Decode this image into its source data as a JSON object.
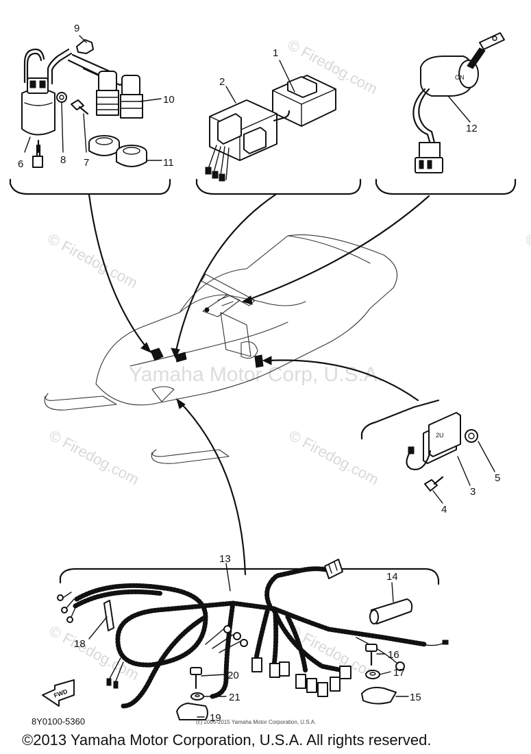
{
  "watermarks": {
    "site": "© Firedog.com",
    "brand": "Yamaha Motor Corp, U.S.A."
  },
  "callouts": {
    "c1": "1",
    "c2": "2",
    "c3": "3",
    "c4": "4",
    "c5": "5",
    "c6": "6",
    "c7": "7",
    "c8": "8",
    "c9": "9",
    "c10": "10",
    "c11": "11",
    "c12": "12",
    "c13": "13",
    "c14": "14",
    "c15": "15",
    "c16": "16",
    "c17": "17",
    "c18": "18",
    "c19": "19",
    "c20": "20",
    "c21": "21"
  },
  "fwd_label": "FWD",
  "switch_label": "ON",
  "regulator_label": "2U",
  "part_code": "8Y0100-5360",
  "small_copyright": "(c) 2005-2015 Yamaha Motor Corporation, U.S.A.",
  "footer_copyright": "©2013 Yamaha Motor Corporation, U.S.A. All rights reserved."
}
